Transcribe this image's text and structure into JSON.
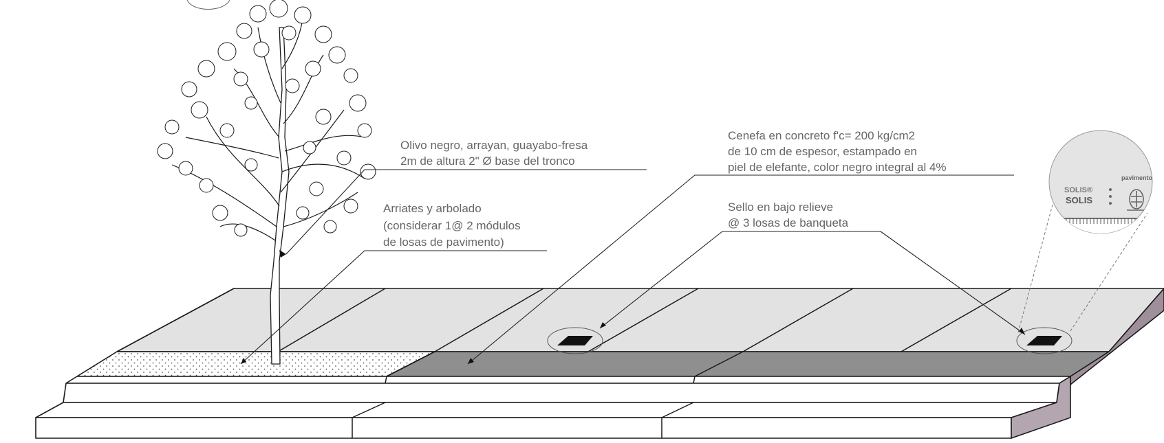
{
  "annotations": {
    "tree_species": {
      "lines": [
        "Olivo negro, arrayan, guayabo-fresa",
        "2m de altura 2\" Ø base del tronco"
      ]
    },
    "planting": {
      "lines": [
        "Arriates y arbolado",
        "(considerar 1@ 2 módulos",
        "de losas de pavimento)"
      ]
    },
    "border": {
      "lines": [
        "Cenefa en concreto f'c= 200 kg/cm2",
        "de 10 cm de espesor, estampado en",
        "piel de elefante, color negro integral al 4%"
      ]
    },
    "seal": {
      "lines": [
        "Sello en bajo relieve",
        "@ 3 losas de banqueta"
      ]
    }
  },
  "detail_bubble": {
    "stamp_lines": [
      "SOLIS®",
      "SOLIS",
      "pavimentos"
    ]
  },
  "colors": {
    "line": "#1a1a1a",
    "leader": "#222222",
    "text": "#666666",
    "sidewalk": "#e2e2e2",
    "border_band": "#8f8f8f",
    "curb_side": "#9f8f9b",
    "white": "#ffffff"
  }
}
